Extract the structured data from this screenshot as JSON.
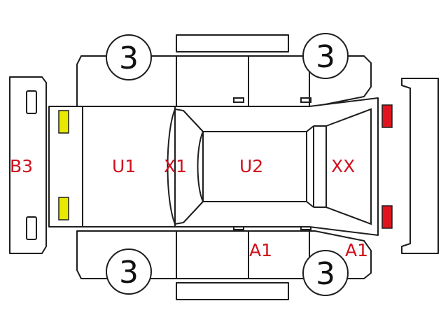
{
  "colors": {
    "code_text": "#d0101e",
    "front_lamps": "#e8e800",
    "rear_lamps": "#e0141e"
  },
  "wheels": {
    "front_top": "3",
    "rear_top": "3",
    "front_bottom": "3",
    "rear_bottom": "3"
  },
  "codes": {
    "front_bumper": "B3",
    "hood": "U1",
    "front_pillar": "X1",
    "roof": "U2",
    "rear_glass": "XX",
    "rear_door_lower": "A1",
    "rear_fender_lower": "A1"
  },
  "lamps": {
    "front": [
      "yellow",
      "yellow"
    ],
    "rear": [
      "red",
      "red"
    ]
  }
}
